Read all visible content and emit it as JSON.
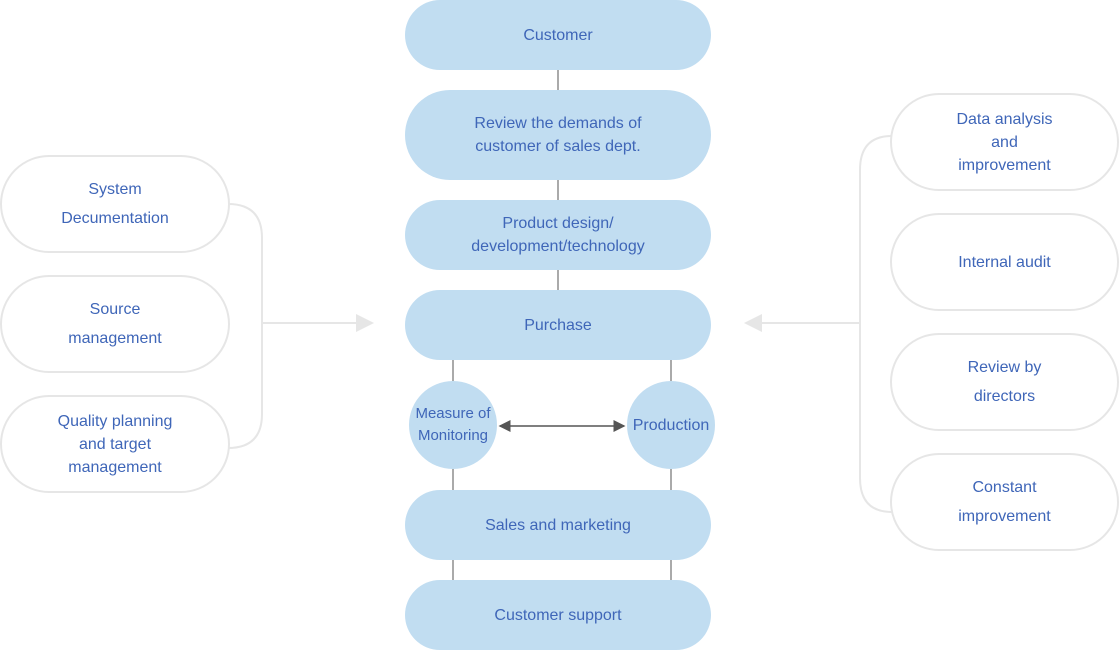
{
  "flow": {
    "customer": "Customer",
    "review_demands": "Review the demands of\ncustomer of sales dept.",
    "product_design": "Product design/\ndevelopment/technology",
    "purchase": "Purchase",
    "measure": "Measure of\nMonitoring",
    "production": "Production",
    "sales": "Sales and marketing",
    "support": "Customer support"
  },
  "left_inputs": [
    "System\nDecumentation",
    "Source\nmanagement",
    "Quality planning\nand target\nmanagement"
  ],
  "right_inputs": [
    "Data analysis\nand\nimprovement",
    "Internal audit",
    "Review by\ndirectors",
    "Constant\nimprovement"
  ],
  "colors": {
    "node_fill": "#c1ddf1",
    "text": "#3f66b8",
    "side_border": "#e6e6e6",
    "connector": "#555555",
    "arrow": "#e6e6e6"
  }
}
